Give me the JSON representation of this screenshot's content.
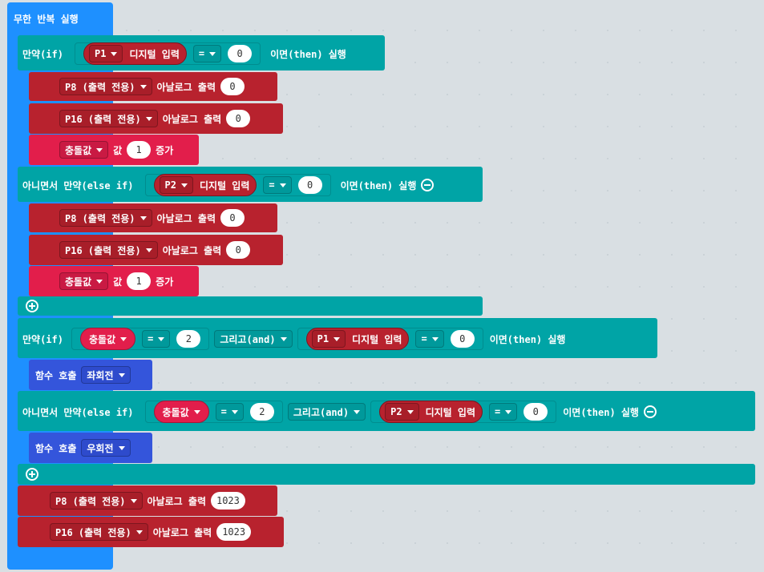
{
  "forever": {
    "label": "무한 반복 실행"
  },
  "if1": {
    "if_label": "만약(if)",
    "pin": "P1",
    "read_label": "디지털 입력",
    "op": "=",
    "value": "0",
    "then_label": "이면(then) 실행",
    "stmts": [
      {
        "pin": "P8 (출력 전용)",
        "action": "아날로그 출력",
        "value": "0"
      },
      {
        "pin": "P16 (출력 전용)",
        "action": "아날로그 출력",
        "value": "0"
      },
      {
        "var": "충돌값",
        "action_pre": "값",
        "value": "1",
        "action_post": "증가"
      }
    ],
    "elseif_label": "아니면서 만약(else if)",
    "elseif_pin": "P2",
    "elseif_read_label": "디지털 입력",
    "elseif_op": "=",
    "elseif_value": "0",
    "elseif_then_label": "이면(then) 실행",
    "elseif_stmts": [
      {
        "pin": "P8 (출력 전용)",
        "action": "아날로그 출력",
        "value": "0"
      },
      {
        "pin": "P16 (출력 전용)",
        "action": "아날로그 출력",
        "value": "0"
      },
      {
        "var": "충돌값",
        "action_pre": "값",
        "value": "1",
        "action_post": "증가"
      }
    ]
  },
  "if2": {
    "if_label": "만약(if)",
    "var": "충돌값",
    "op": "=",
    "value": "2",
    "and_label": "그리고(and)",
    "pin": "P1",
    "read_label": "디지털 입력",
    "op2": "=",
    "value2": "0",
    "then_label": "이면(then) 실행",
    "call_label": "함수 호출",
    "call_fn": "좌회전",
    "elseif_label": "아니면서 만약(else if)",
    "elseif_var": "충돌값",
    "elseif_op": "=",
    "elseif_value": "2",
    "elseif_and_label": "그리고(and)",
    "elseif_pin": "P2",
    "elseif_read_label": "디지털 입력",
    "elseif_op2": "=",
    "elseif_value2": "0",
    "elseif_then_label": "이면(then) 실행",
    "elseif_call_label": "함수 호출",
    "elseif_call_fn": "우회전"
  },
  "tail": [
    {
      "pin": "P8 (출력 전용)",
      "action": "아날로그 출력",
      "value": "1023"
    },
    {
      "pin": "P16 (출력 전용)",
      "action": "아날로그 출력",
      "value": "1023"
    }
  ],
  "colors": {
    "loops": "#1e90ff",
    "logic": "#00a4a6",
    "pins": "#b8222e",
    "variables": "#e21e4b",
    "functions": "#3455db",
    "workspace": "#eef2f4"
  }
}
